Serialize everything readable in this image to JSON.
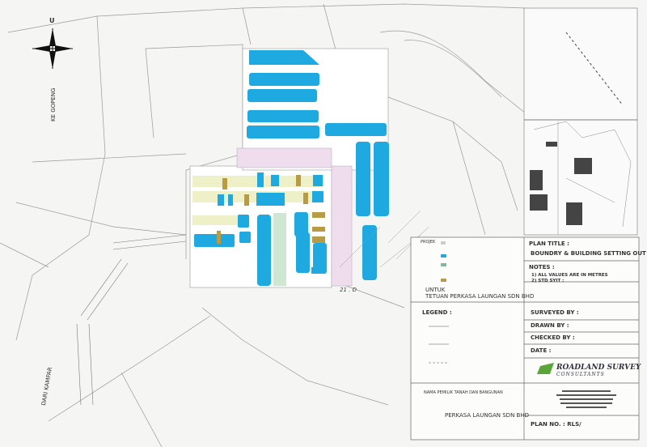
{
  "map": {
    "north_label": "U",
    "road_label_north": "KE GOPENG",
    "road_label_south": "DARI KAMPAR",
    "colors": {
      "plot_blue": "#1fa9e1",
      "plot_pink": "#efdcec",
      "plot_yellow": "#eef0c8",
      "plot_green": "#cfe6d3",
      "line": "#8a8a8a"
    }
  },
  "title_block": {
    "projek_label": "PROJEK",
    "untuk_label": "UNTUK",
    "client": "TETUAN PERKASA LAUNGAN SDN  BHD",
    "legend_label": "LEGEND :",
    "plan_title_label": "PLAN TITLE :",
    "plan_title": "BOUNDRY & BUILDING SETTING OUT  PLAN",
    "notes_label": "NOTES :",
    "notes": [
      "1) ALL VALUES ARE IN METRES",
      "2) STD SYIT :"
    ],
    "surveyed_by": "SURVEYED BY :",
    "drawn_by": "DRAWN BY :",
    "checked_by": "CHECKED BY :",
    "date": "DATE  :",
    "owner_label": "NAMA PEMILIK TANAH DAN BANGUNAN",
    "owner_name": "PERKASA LAUNGAN SDN  BHD",
    "firm_name": "ROADLAND SURVEY",
    "firm_sub": "CONSULTANTS",
    "plan_no": "PLAN NO. : RLS/"
  }
}
